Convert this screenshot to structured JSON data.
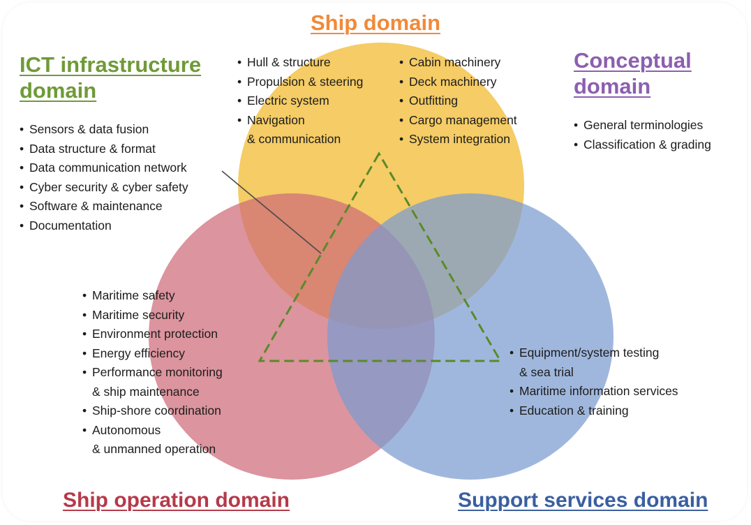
{
  "colors": {
    "ship": "#f3c34a",
    "operation": "#cf6b79",
    "support": "#7b9bd0",
    "ict": "#6f9a38",
    "conceptual": "#8c5fb0",
    "ship_title": "#f08a3a",
    "operation_title": "#b53a4a",
    "support_title": "#3a5fa0",
    "triangle": "#5a8a2a"
  },
  "ship_domain": {
    "title": "Ship domain",
    "items_left": [
      {
        "lines": [
          "Hull & structure"
        ]
      },
      {
        "lines": [
          "Propulsion & steering"
        ]
      },
      {
        "lines": [
          "Electric system"
        ]
      },
      {
        "lines": [
          "Navigation",
          "& communication"
        ]
      }
    ],
    "items_right": [
      {
        "lines": [
          "Cabin machinery"
        ]
      },
      {
        "lines": [
          "Deck machinery"
        ]
      },
      {
        "lines": [
          "Outfitting"
        ]
      },
      {
        "lines": [
          "Cargo management"
        ]
      },
      {
        "lines": [
          "System integration"
        ]
      }
    ]
  },
  "ict_domain": {
    "title_line1": "ICT infrastructure",
    "title_line2": "domain",
    "items": [
      {
        "lines": [
          "Sensors & data fusion"
        ]
      },
      {
        "lines": [
          "Data structure & format"
        ]
      },
      {
        "lines": [
          "Data communication network"
        ]
      },
      {
        "lines": [
          "Cyber security & cyber safety"
        ]
      },
      {
        "lines": [
          "Software & maintenance"
        ]
      },
      {
        "lines": [
          "Documentation"
        ]
      }
    ]
  },
  "conceptual_domain": {
    "title_line1": "Conceptual",
    "title_line2": "domain",
    "items": [
      {
        "lines": [
          "General terminologies"
        ]
      },
      {
        "lines": [
          "Classification & grading"
        ]
      }
    ]
  },
  "operation_domain": {
    "title": "Ship operation domain",
    "items": [
      {
        "lines": [
          "Maritime safety"
        ]
      },
      {
        "lines": [
          "Maritime security"
        ]
      },
      {
        "lines": [
          "Environment protection"
        ]
      },
      {
        "lines": [
          "Energy efficiency"
        ]
      },
      {
        "lines": [
          "Performance monitoring",
          "& ship maintenance"
        ]
      },
      {
        "lines": [
          "Ship-shore coordination"
        ]
      },
      {
        "lines": [
          "Autonomous",
          "& unmanned operation"
        ]
      }
    ]
  },
  "support_domain": {
    "title": "Support services domain",
    "items": [
      {
        "lines": [
          "Equipment/system testing",
          "& sea trial"
        ]
      },
      {
        "lines": [
          "Maritime information services"
        ]
      },
      {
        "lines": [
          "Education & training"
        ]
      }
    ]
  }
}
